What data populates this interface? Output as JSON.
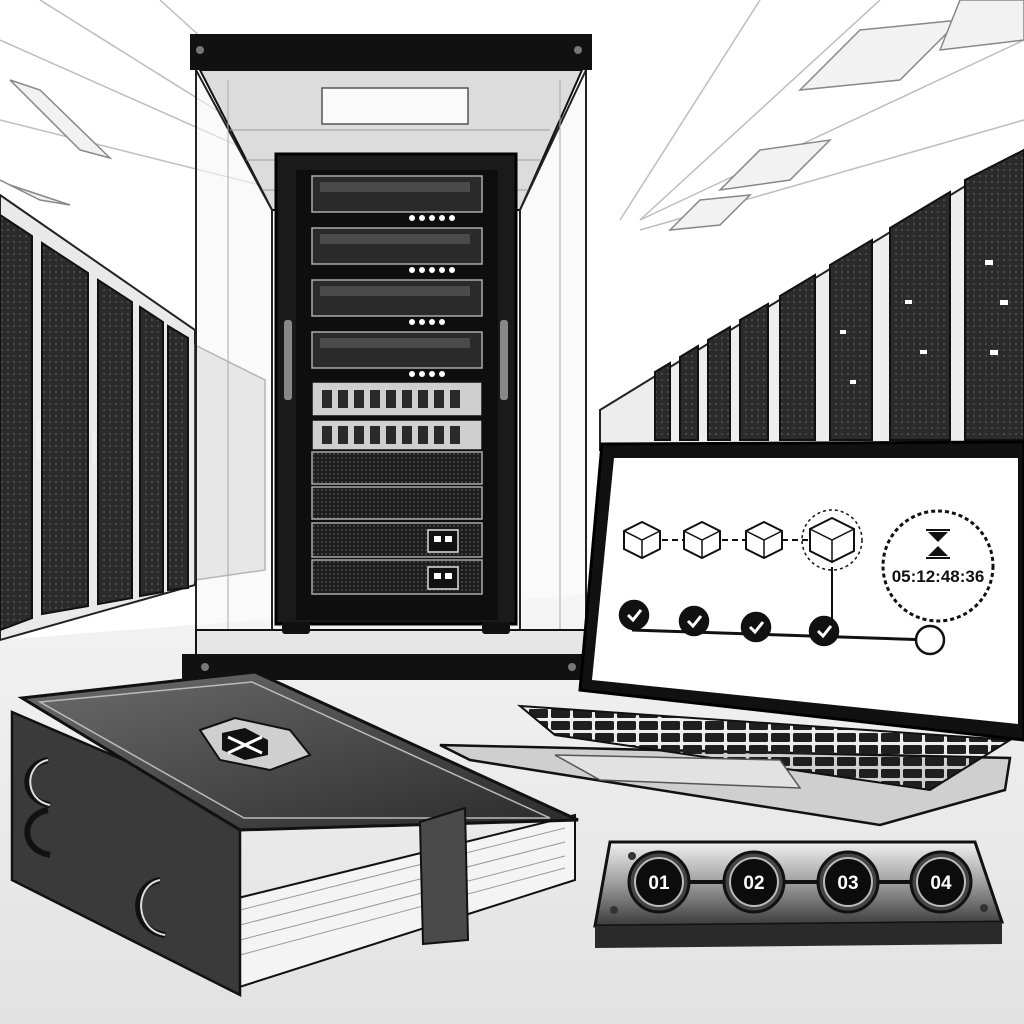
{
  "laptop_screen": {
    "timer_text": "05:12:48:36",
    "timer_icon": "hourglass-icon",
    "block_icon": "cube-icon",
    "check_icon": "check-icon",
    "completed_steps": 4,
    "total_steps": 5
  },
  "step_plate": {
    "labels": [
      "01",
      "02",
      "03",
      "04"
    ]
  },
  "book": {
    "emblem_icon": "hexagon-cube-emblem"
  },
  "colors": {
    "ink": "#111111",
    "paper": "#ffffff",
    "mid_gray": "#8a8a8a",
    "light_gray": "#d9d9d9"
  }
}
